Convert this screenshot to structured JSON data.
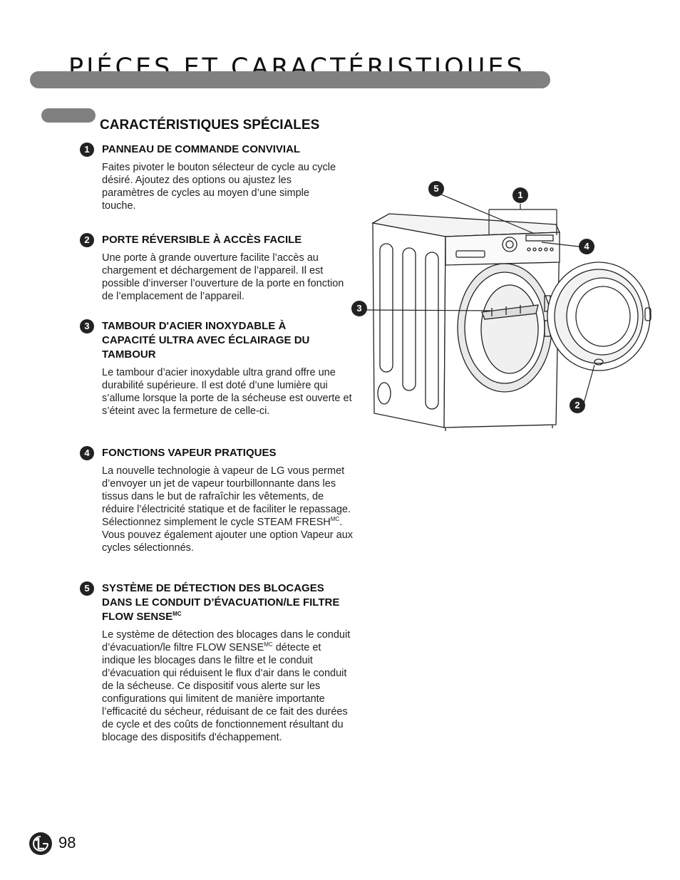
{
  "header": {
    "title": "PIÉCES ET CARACTÉRISTIQUES"
  },
  "section": {
    "title": "CARACTÉRISTIQUES SPÉCIALES"
  },
  "features": [
    {
      "number": "1",
      "title": "PANNEAU DE COMMANDE CONVIVIAL",
      "text": "Faites pivoter le bouton sélecteur de cycle au cycle désiré. Ajoutez des options ou ajustez les paramètres de cycles au moyen d’une simple touche."
    },
    {
      "number": "2",
      "title": "PORTE RÉVERSIBLE À ACCÈS FACILE",
      "text": "Une porte à grande ouverture facilite l’accès au chargement et déchargement de l’appareil. Il est possible d’inverser l’ouverture de la porte en fonction de l’emplacement de l’appareil."
    },
    {
      "number": "3",
      "title": "TAMBOUR D'ACIER INOXYDABLE À CAPACITÉ ULTRA AVEC ÉCLAIRAGE DU TAMBOUR",
      "text": "Le tambour d’acier inoxydable ultra grand offre une durabilité supérieure. Il est doté d’une lumière qui s’allume lorsque la porte de la sécheuse est ouverte et s’éteint avec la fermeture de celle-ci."
    },
    {
      "number": "4",
      "title": "FONCTIONS VAPEUR PRATIQUES",
      "text_before": "La nouvelle technologie à vapeur de LG vous permet d’envoyer un jet de vapeur tourbillonnante dans les tissus dans le but de rafraîchir les vêtements, de réduire l’électricité statique et de faciliter le repassage. Sélectionnez simplement le cycle STEAM FRESH",
      "text_sup": "MC",
      "text_after": ". Vous pouvez également ajouter une option Vapeur aux cycles sélectionnés."
    },
    {
      "number": "5",
      "title": "SYSTÈME DE DÉTECTION DES BLOCAGES DANS LE CONDUIT D’ÉVACUATION/LE FILTRE FLOW SENSE",
      "title_sup": "MC",
      "text_before": "Le système de détection des blocages dans le conduit d’évacuation/le filtre FLOW SENSE",
      "text_sup": "MC",
      "text_after": " détecte et indique les blocages dans le filtre et le conduit d’évacuation qui réduisent le flux d’air dans le conduit de la sécheuse. Ce dispositif vous alerte sur les configurations qui limitent de manière importante l’efficacité du sécheur, réduisant de ce fait des durées de cycle et des coûts de fonctionnement résultant du blocage des dispositifs d'échappement."
    }
  ],
  "figure": {
    "callouts": [
      "5",
      "1",
      "4",
      "3",
      "2"
    ]
  },
  "footer": {
    "page_number": "98",
    "logo": "lg-logo-icon"
  }
}
